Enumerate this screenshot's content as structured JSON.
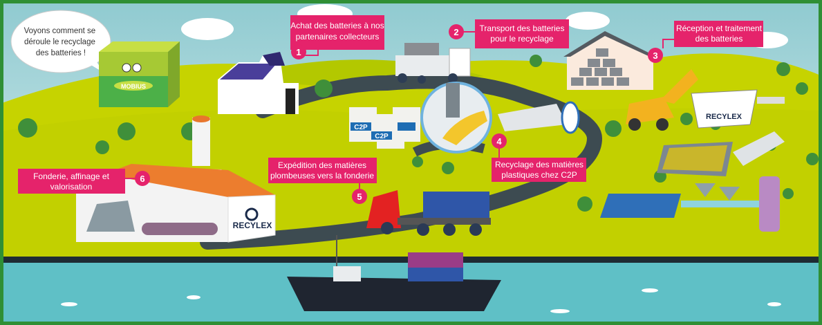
{
  "speech_bubble": {
    "lines": [
      "Voyons comment se",
      "déroule le recyclage",
      "des batteries !"
    ]
  },
  "mascot": {
    "name": "MOBIUS"
  },
  "steps": [
    {
      "number": "1",
      "lines": [
        "Achat des batteries à nos",
        "partenaires collecteurs"
      ]
    },
    {
      "number": "2",
      "lines": [
        "Transport des batteries",
        "pour le recyclage"
      ]
    },
    {
      "number": "3",
      "lines": [
        "Réception et traitement",
        "des batteries"
      ]
    },
    {
      "number": "4",
      "lines": [
        "Recyclage des matières",
        "plastiques chez C2P"
      ]
    },
    {
      "number": "5",
      "lines": [
        "Expédition des matières",
        "plombeuses vers la fonderie"
      ]
    },
    {
      "number": "6",
      "lines": [
        "Fonderie, affinage et",
        "valorisation"
      ]
    }
  ],
  "brands": {
    "recylex": "RECYLEX",
    "c2p": "C2P"
  },
  "colors": {
    "label": "#e5236b",
    "border": "#2f8f35",
    "hill": "#c6d300",
    "road": "#3d4b51",
    "water": "#5fc0c6"
  }
}
